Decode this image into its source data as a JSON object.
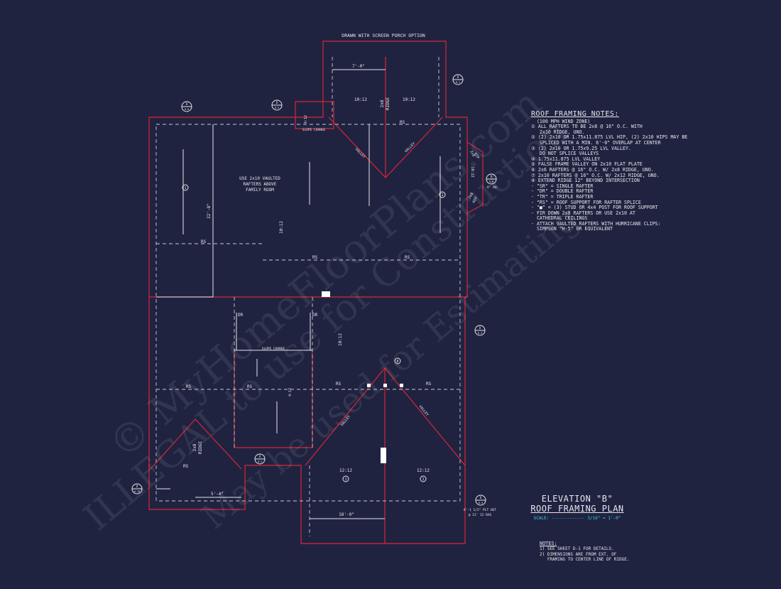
{
  "header_note": "DRAWN WITH SCREEN PORCH OPTION",
  "roof_notes": {
    "title": "ROOF FRAMING NOTES:",
    "lines": [
      "  (100 MPH WIND ZONE)",
      "① ALL RAFTERS TO BE 2x8 @ 16\" O.C. WITH",
      "   2x10 RIDGE, UNO.",
      "② (2) 2x10 OR 1.75x11.875 LVL HIP, (2) 2x10 HIPS MAY BE",
      "   SPLICED WITH A MIN. 6'-0\" OVERLAP AT CENTER",
      "③ (2) 2x10 OR 1.75x9.25 LVL VALLEY.",
      "   DO NOT SPLICE VALLEYS",
      "④ 1.75x11.875 LVL VALLEY",
      "⑤ FALSE FRAME VALLEY ON 2x10 FLAT PLATE",
      "⑥ 2x6 RAFTERS @ 16\" O.C. W/ 2x8 RIDGE, UNO.",
      "⑦ 2x10 RAFTERS @ 16\" O.C. W/ 2x12 RIDGE, UNO.",
      "⑧ EXTEND RIDGE 12\" BEYOND INTERSECTION",
      "- \"SR\" = SINGLE RAFTER",
      "- \"DR\" = DOUBLE RAFTER",
      "- \"TR\" = TRIPLE RAFTER",
      "- \"RS\" = ROOF SUPPORT FOR RAFTER SPLICE",
      "- \"■\" = (3) STUD OR 4x4 POST FOR ROOF SUPPORT",
      "- FIR DOWN 2x8 RAFTERS OR USE 2x10 AT",
      "  CATHEDRAL CEILINGS",
      "- ATTACH VAULTED RAFTERS WITH HURRICANE CLIPS:",
      "  SIMPSON \"H-5\" OR EQUIVALENT"
    ]
  },
  "title_block": {
    "line1": "ELEVATION \"B\"",
    "line2": "ROOF FRAMING PLAN",
    "scale": "SCALE: ------------- 3/16\" = 1'-0\""
  },
  "bottom_notes": {
    "heading": "NOTES:",
    "lines": [
      "1) SEE SHEET D-1 FOR DETAILS.",
      "2) DIMENSIONS ARE FROM EXT. OF",
      "   FRAMING TO CENTER LINE OF RIDGE."
    ]
  },
  "plan": {
    "vaulted_note": [
      "USE 2x10 VAULTED",
      "RAFTERS ABOVE",
      "FAMILY ROOM"
    ],
    "slope_change": "SLOPE CHANGE",
    "rs": "RS",
    "dr": "DR",
    "valley": "VALLEY",
    "ridge": "RIDGE",
    "hip": "HIP",
    "ridge_size": "2x8",
    "hip_size": "2x8",
    "pitch_10": "10:12",
    "pitch_12": "12:12",
    "pitch_4": "4:12",
    "dim_porch": "7'-0\"",
    "dim_left": "22'-8\"",
    "dim_bottom_left": "5'-4\"",
    "dim_bottom_mid": "18'-0\"",
    "dim_hip_end": "6\" OH.",
    "plt_note": [
      "8'-1 1/2\" PLT HGT",
      "@ 12' 12 RAS"
    ],
    "callout_d": "D",
    "sheet_d1": "D-1",
    "sheet_d2": "D-2",
    "sheet_d3": "D-3",
    "sheet_d4": "D-4",
    "sheet_d5": "D-5",
    "sheet_d6": "D-6",
    "sheet_d8": "D-8",
    "sheet_d10": "D-10",
    "num_1": "1",
    "num_8": "8"
  },
  "watermark": [
    "© MyHomeFloorPlans.com",
    "ILLEGAL to use for Construction",
    "May be used for Estimating"
  ]
}
